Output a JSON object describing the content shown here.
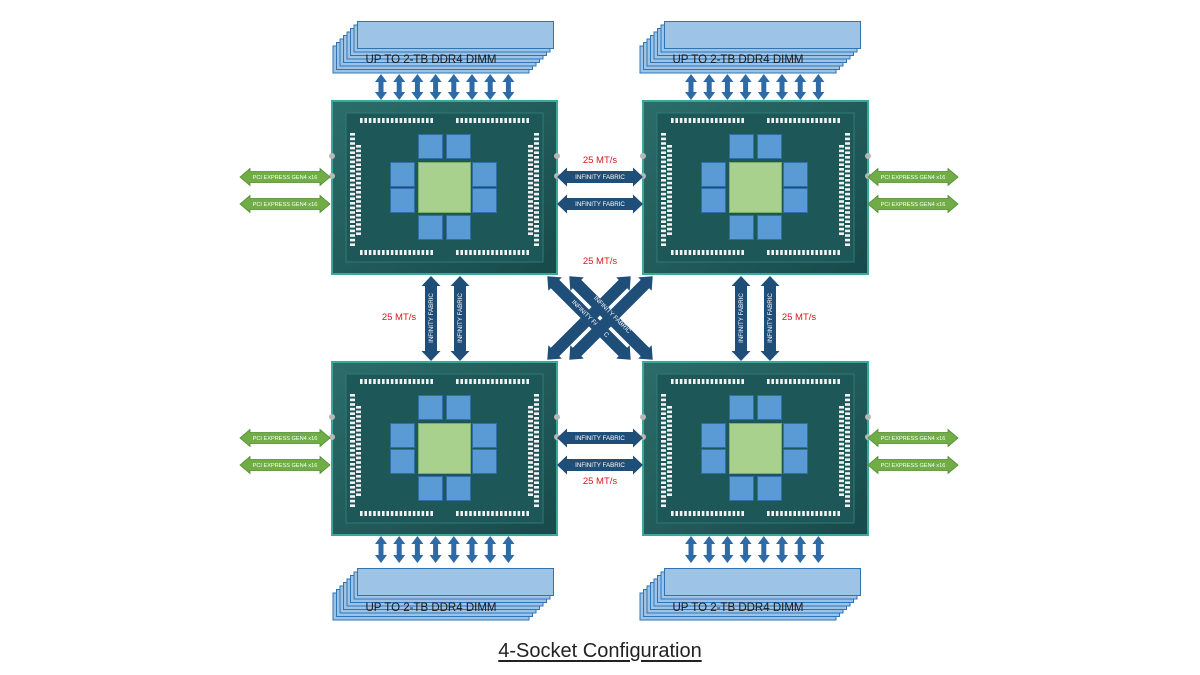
{
  "diagram": {
    "caption": "4-Socket Configuration",
    "dimm_label": "UP TO 2-TB DDR4 DIMM",
    "pcie_label": "PCI EXPRESS GEN4 x16",
    "fabric_label": "INFINITY FABRIC",
    "speed_label": "25 MT/s",
    "sockets": [
      "top-left",
      "top-right",
      "bottom-left",
      "bottom-right"
    ],
    "pcie_links_per_socket": 2,
    "memory_channels_per_socket": 8,
    "colors": {
      "socket_fill": "#1f5d5d",
      "socket_border": "#3aa89a",
      "io_die": "#a9d18e",
      "ccd": "#5b9bd5",
      "dimm": "#9dc3e6",
      "fabric_arrow": "#1f4e79",
      "pcie_arrow": "#70ad47",
      "speed_text": "#d11a1a"
    }
  }
}
